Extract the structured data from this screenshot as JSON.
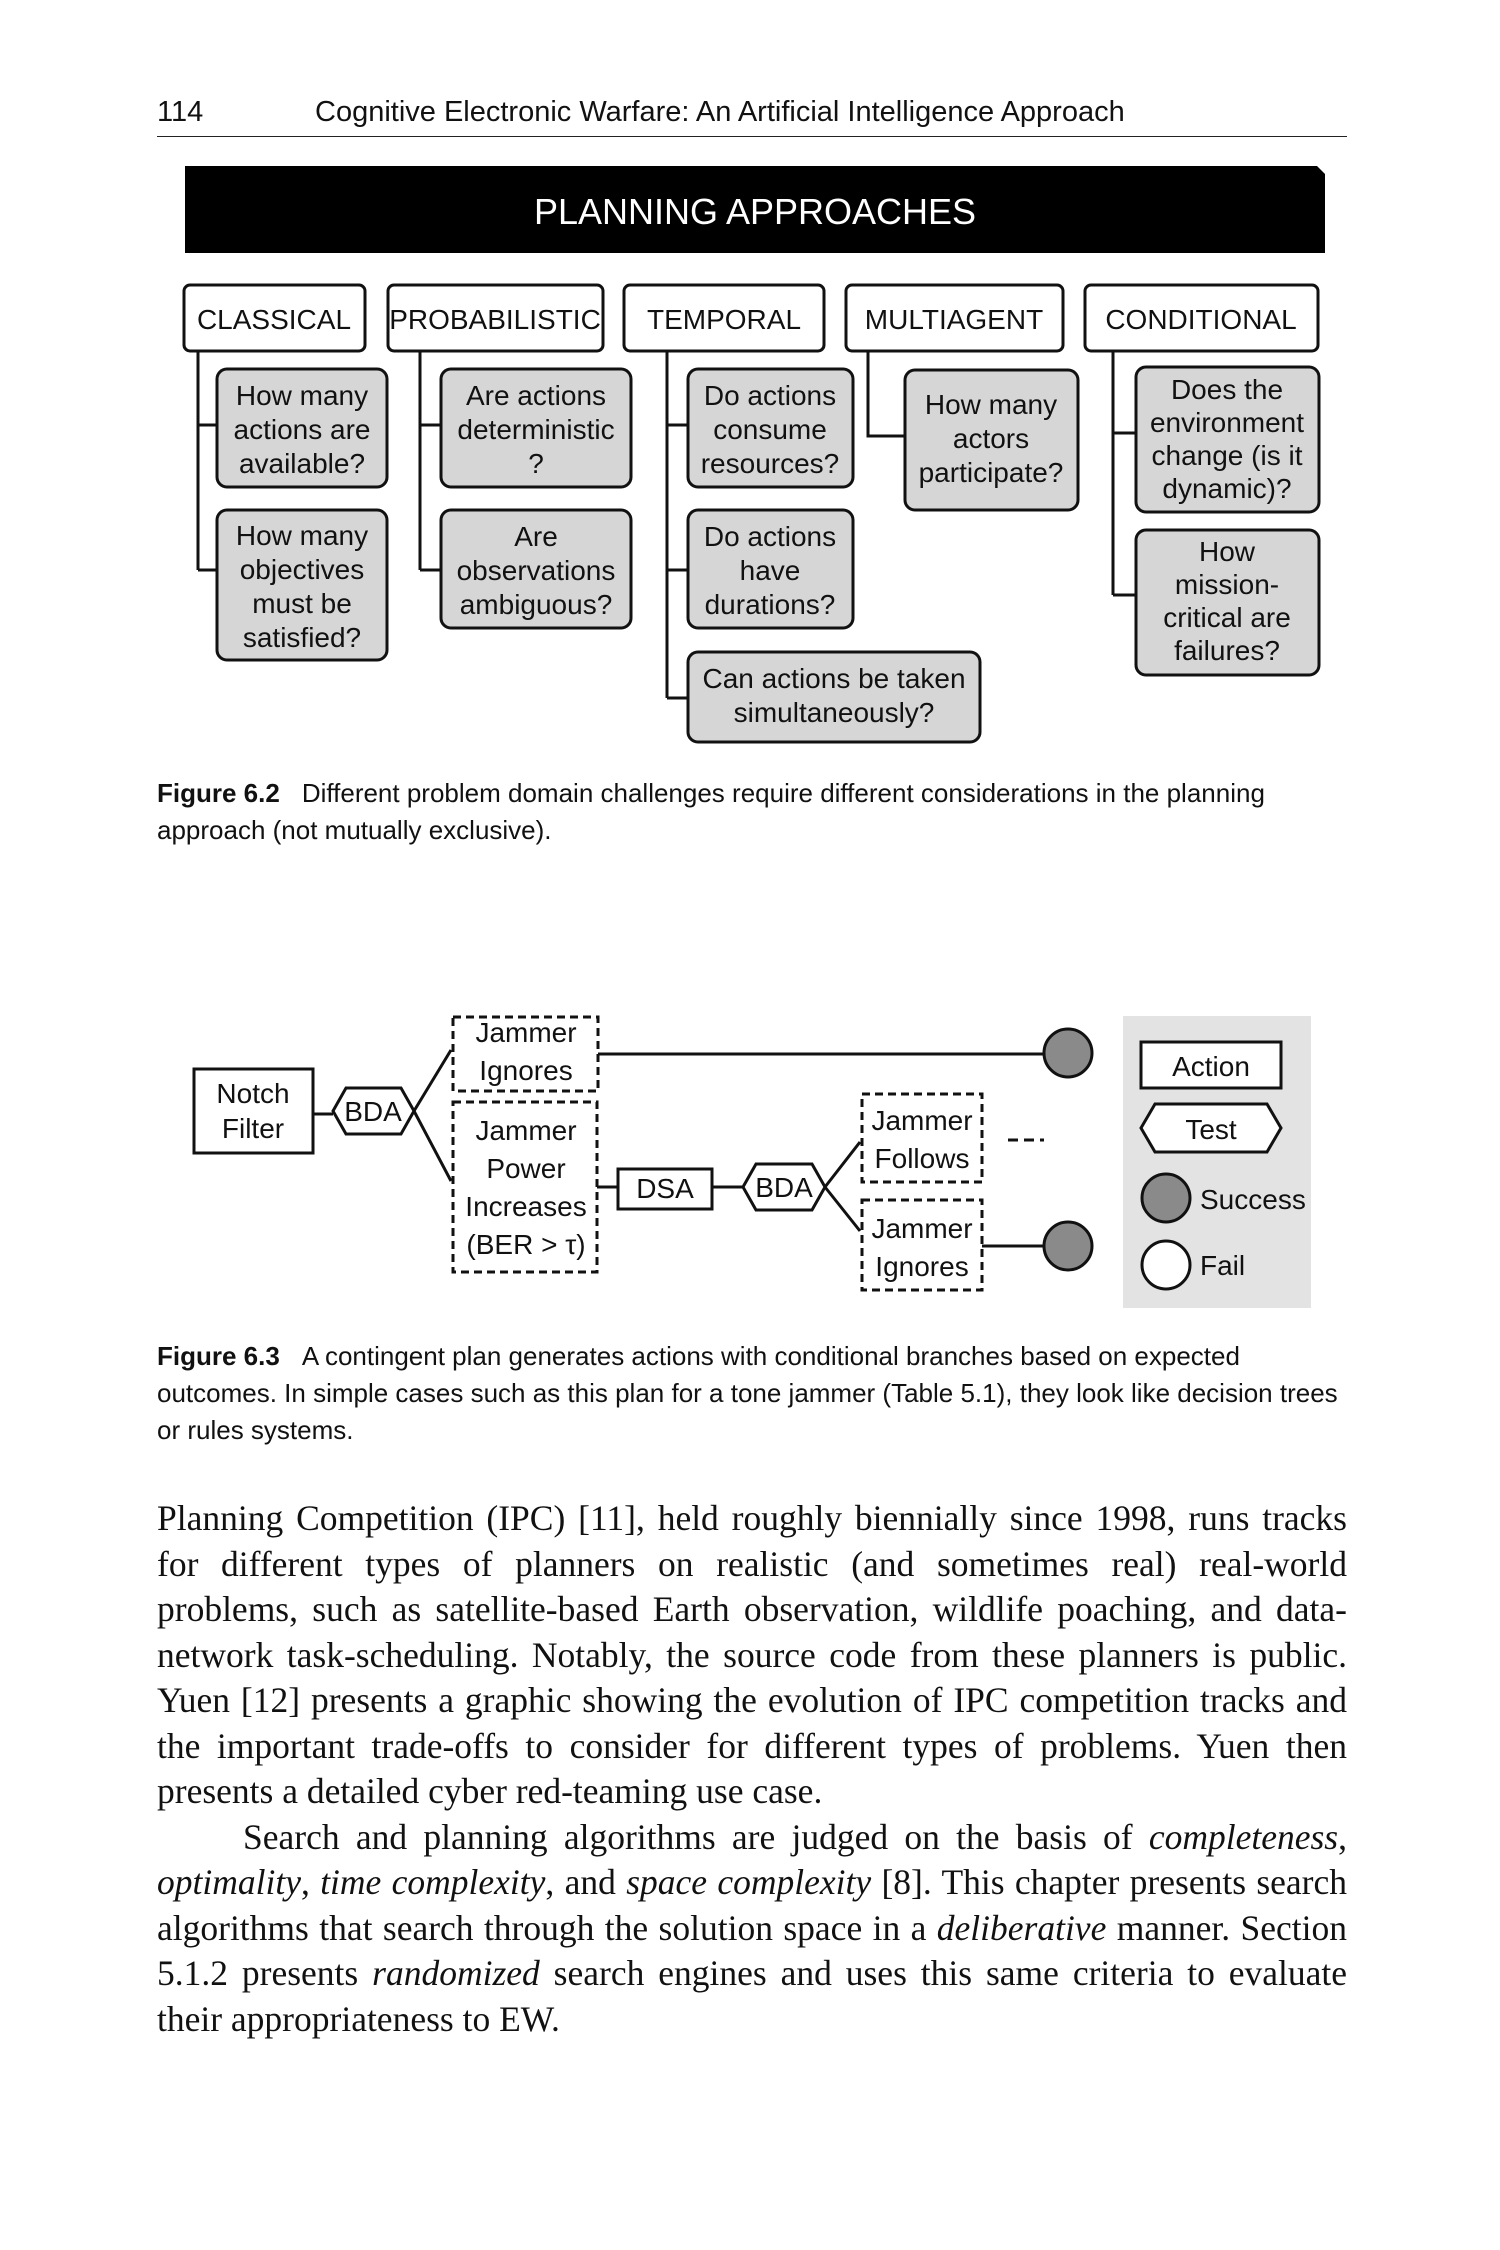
{
  "header": {
    "page_number": "114",
    "running_title": "Cognitive Electronic Warfare: An Artificial Intelligence Approach"
  },
  "figure_6_2": {
    "banner": "PLANNING APPROACHES",
    "categories": [
      {
        "label": "CLASSICAL",
        "questions": [
          [
            "How many",
            "actions are",
            "available?"
          ],
          [
            "How many",
            "objectives",
            "must be",
            "satisfied?"
          ]
        ]
      },
      {
        "label": "PROBABILISTIC",
        "questions": [
          [
            "Are actions",
            "deterministic",
            "?"
          ],
          [
            "Are",
            "observations",
            "ambiguous?"
          ]
        ]
      },
      {
        "label": "TEMPORAL",
        "questions": [
          [
            "Do actions",
            "consume",
            "resources?"
          ],
          [
            "Do actions",
            "have",
            "durations?"
          ],
          [
            "Can actions be taken",
            "simultaneously?"
          ]
        ]
      },
      {
        "label": "MULTIAGENT",
        "questions": [
          [
            "How many",
            "actors",
            "participate?"
          ]
        ]
      },
      {
        "label": "CONDITIONAL",
        "questions": [
          [
            "Does the",
            "environment",
            "change (is it",
            "dynamic)?"
          ],
          [
            "How",
            "mission-",
            "critical are",
            "failures?"
          ]
        ]
      }
    ],
    "caption_label": "Figure 6.2",
    "caption_text": "Different problem domain challenges require different considerations in the planning approach (not mutually exclusive)."
  },
  "figure_6_3": {
    "nodes": {
      "notch_filter": [
        "Notch",
        "Filter"
      ],
      "bda_1": "BDA",
      "jammer_ignores_1": [
        "Jammer",
        "Ignores"
      ],
      "jammer_power": [
        "Jammer",
        "Power",
        "Increases",
        "(BER > τ)"
      ],
      "dsa": "DSA",
      "bda_2": "BDA",
      "jammer_follows": [
        "Jammer",
        "Follows"
      ],
      "jammer_ignores_2": [
        "Jammer",
        "Ignores"
      ]
    },
    "legend": {
      "action": "Action",
      "test": "Test",
      "success": "Success",
      "fail": "Fail"
    },
    "colors": {
      "success": "#8a8a8a",
      "fail": "#ffffff",
      "legend_bg": "#e3e3e3",
      "box_fill": "#d6d6d6"
    },
    "caption_label": "Figure 6.3",
    "caption_text": "A contingent plan generates actions with conditional branches based on expected outcomes. In simple cases such as this plan for a tone jammer (Table 5.1), they look like decision trees or rules systems."
  },
  "body": {
    "p1": "Planning Competition (IPC) [11], held roughly biennially since 1998, runs tracks for different types of planners on realistic (and sometimes real) real-world problems, such as satellite-based Earth observation, wildlife poaching, and data-network task-scheduling. Notably, the source code from these planners is public. Yuen [12] presents a graphic showing the evolution of IPC competition tracks and the important trade-offs to consider for different types of problems. Yuen then presents a detailed cyber red-teaming use case.",
    "p2_a": "Search and planning algorithms are judged on the basis of ",
    "p2_i1": "completeness",
    "p2_b": ", ",
    "p2_i2": "optimality",
    "p2_c": ", ",
    "p2_i3": "time complexity",
    "p2_d": ", and ",
    "p2_i4": "space complexity",
    "p2_e": " [8]. This chapter presents search algorithms that search through the solution space in a ",
    "p2_i5": "deliberative",
    "p2_f": " manner. Section 5.1.2 presents ",
    "p2_i6": "randomized",
    "p2_g": " search engines and uses this same criteria to evaluate their appropriateness to EW."
  }
}
